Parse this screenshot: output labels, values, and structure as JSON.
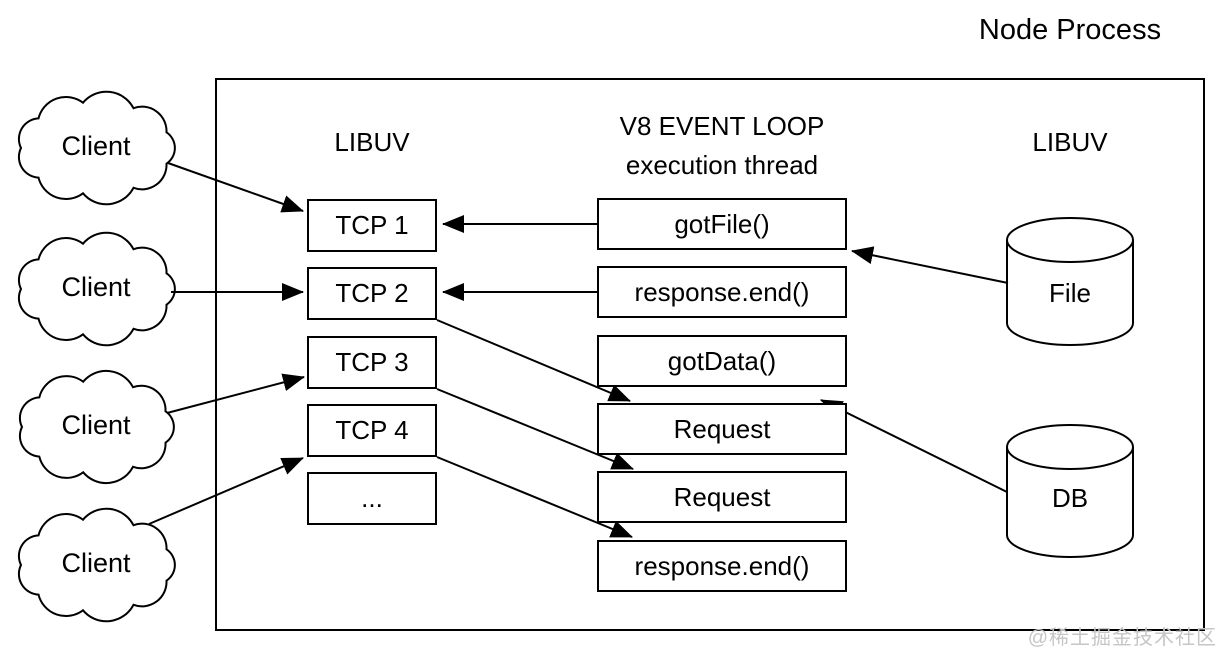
{
  "title": {
    "text": "Node Process"
  },
  "watermark": {
    "text": "@稀土掘金技术社区"
  },
  "clients": [
    {
      "label": "Client"
    },
    {
      "label": "Client"
    },
    {
      "label": "Client"
    },
    {
      "label": "Client"
    }
  ],
  "libuv_sockets": {
    "header": "LIBUV",
    "items": [
      "TCP 1",
      "TCP 2",
      "TCP 3",
      "TCP 4",
      "..."
    ]
  },
  "event_loop": {
    "header_line1": "V8 EVENT LOOP",
    "header_line2": "execution thread",
    "frames": [
      "gotFile()",
      "response.end()",
      "gotData()",
      "Request",
      "Request",
      "response.end()"
    ]
  },
  "libuv_io": {
    "header": "LIBUV",
    "stores": [
      {
        "label": "File"
      },
      {
        "label": "DB"
      }
    ]
  },
  "connections": [
    {
      "from": "client-1",
      "to": "tcp-1"
    },
    {
      "from": "client-2",
      "to": "tcp-2"
    },
    {
      "from": "client-3",
      "to": "tcp-3"
    },
    {
      "from": "client-4",
      "to": "tcp-4"
    },
    {
      "from": "gotFile()",
      "to": "tcp-1"
    },
    {
      "from": "response.end()",
      "to": "tcp-2"
    },
    {
      "from": "tcp-2",
      "to": "request-1"
    },
    {
      "from": "tcp-3",
      "to": "request-2"
    },
    {
      "from": "tcp-4",
      "to": "response.end()-bottom"
    },
    {
      "from": "file-store",
      "to": "gotFile()"
    },
    {
      "from": "db-store",
      "to": "request-1"
    }
  ],
  "colors": {
    "stroke": "#000000",
    "background": "#ffffff",
    "watermark": "#c6c6c6"
  }
}
